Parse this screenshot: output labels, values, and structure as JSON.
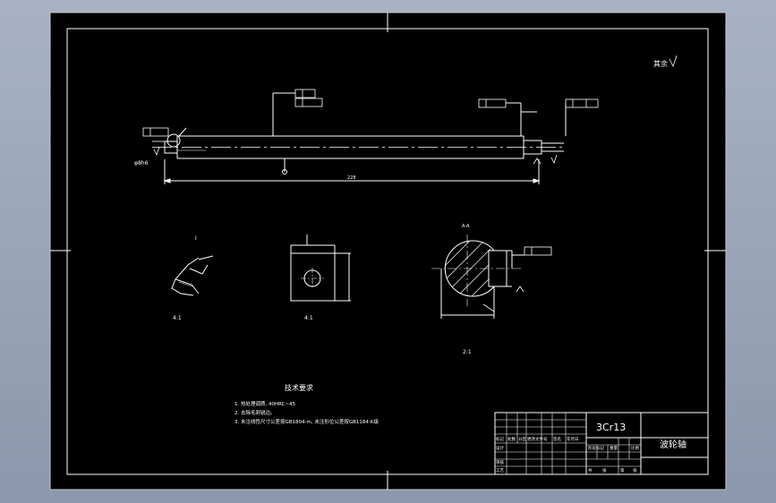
{
  "drawing": {
    "material": "3Cr13",
    "part_name": "波轮轴",
    "roughness_label": "其余",
    "overall_length": "228",
    "left_dimension": "φ8h6",
    "tech_req_title": "技术要求",
    "tech_req_items": [
      "1. 热处理调质, 40HRC~45",
      "2. 去除毛刺锐边。",
      "3. 未注线性尺寸公差按GB1804-m, 未注形位公差按GB1184-K级"
    ],
    "view_scales": [
      "4:1",
      "4:1",
      "2:1"
    ],
    "section_label": "A-A",
    "detail_label": "I"
  },
  "title_block": {
    "row_labels": [
      "标记",
      "处数",
      "分区",
      "更改文件号",
      "签名",
      "年月日"
    ],
    "design_labels": [
      "设计",
      "审核",
      "工艺"
    ],
    "stage_labels": [
      "阶段标记",
      "重量",
      "比例"
    ],
    "sheet_labels": [
      "共",
      "张",
      "第",
      "张"
    ]
  },
  "colors": {
    "paper": "#000000",
    "line": "#ffffff",
    "window_bg": "#9aa5b8"
  }
}
